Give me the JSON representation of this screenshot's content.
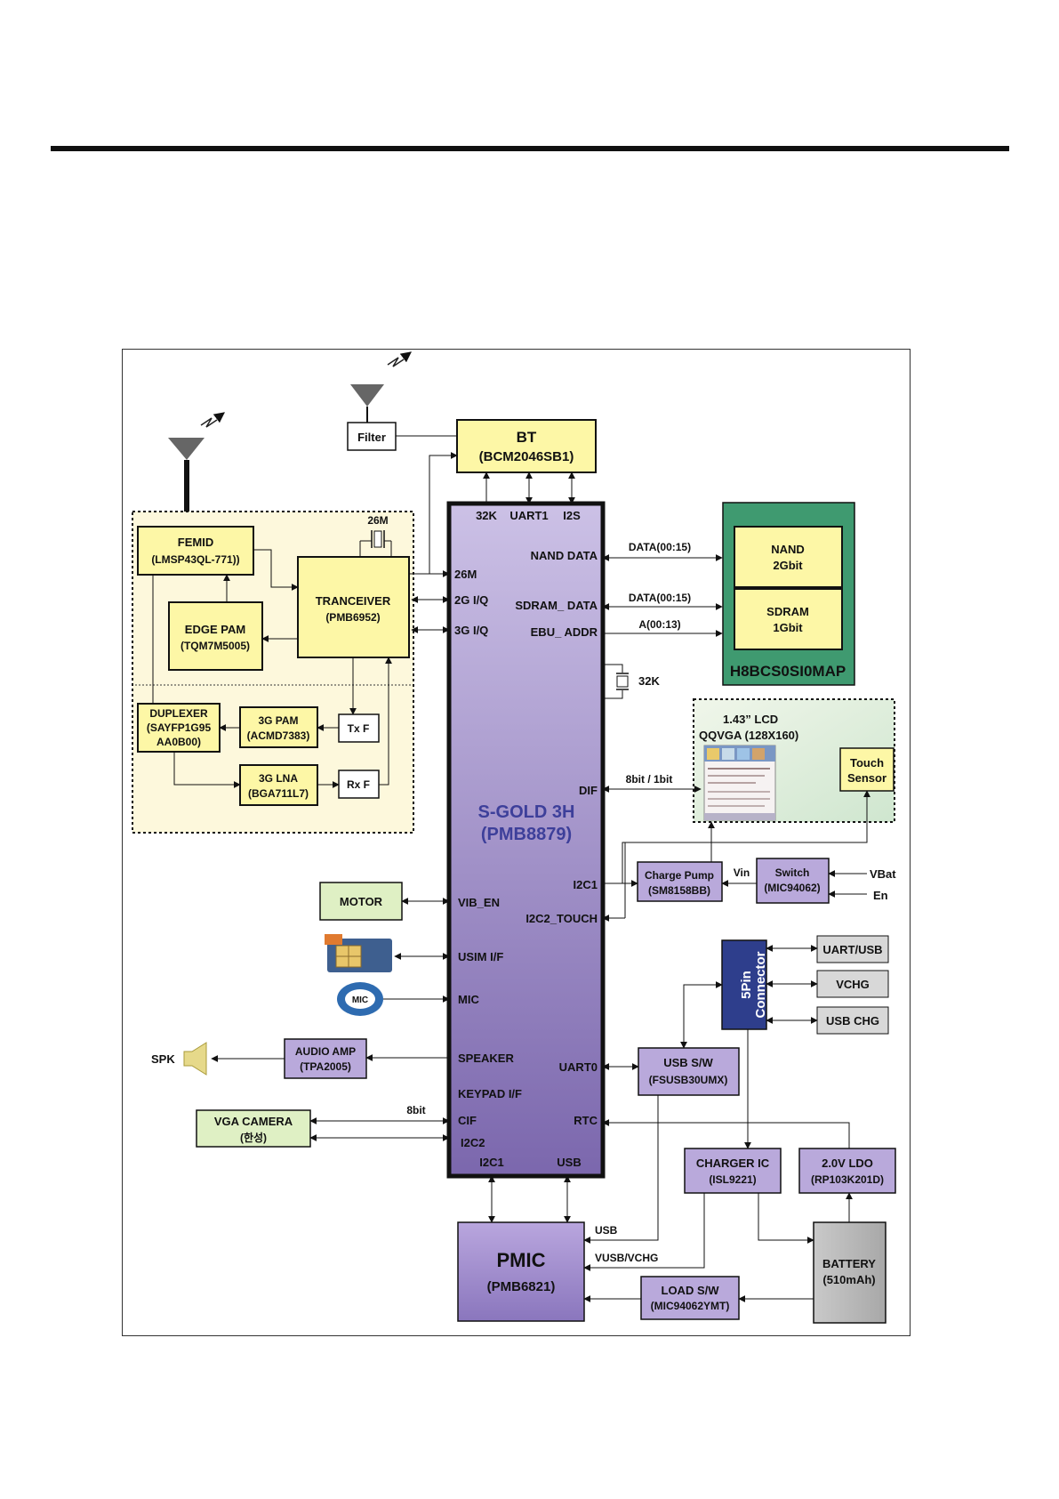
{
  "antennas": {
    "bt": {
      "filter": "Filter"
    },
    "main": {}
  },
  "rf": {
    "femid": {
      "name": "FEMID",
      "part": "(LMSP43QL-771))"
    },
    "tranceiver": {
      "name": "TRANCEIVER",
      "part": "(PMB6952)"
    },
    "edge_pam": {
      "name": "EDGE PAM",
      "part": "(TQM7M5005)"
    },
    "crystal_26m": "26M",
    "duplexer": {
      "name": "DUPLEXER",
      "part": "(SAYFP1G95",
      "part2": "AA0B00)"
    },
    "pam_3g": {
      "name": "3G PAM",
      "part": "(ACMD7383)"
    },
    "lna_3g": {
      "name": "3G LNA",
      "part": "(BGA711L7)"
    },
    "txf": "Tx F",
    "rxf": "Rx F"
  },
  "bt": {
    "name": "BT",
    "part": "(BCM2046SB1)"
  },
  "soc": {
    "name": "S-GOLD 3H",
    "part": "(PMB8879)",
    "pins": {
      "k32": "32K",
      "uart1": "UART1",
      "i2s": "I2S",
      "nand_data": "NAND DATA",
      "m26": "26M",
      "sdram_data": "SDRAM_ DATA",
      "iq2g": "2G I/Q",
      "iq3g": "3G I/Q",
      "ebu_addr": "EBU_ ADDR",
      "dif": "DIF",
      "i2c1": "I2C1",
      "vib_en": "VIB_EN",
      "i2c2_touch": "I2C2_TOUCH",
      "usim": "USIM I/F",
      "mic": "MIC",
      "speaker": "SPEAKER",
      "uart0": "UART0",
      "keypad": "KEYPAD I/F",
      "cif": "CIF",
      "rtc": "RTC",
      "i2c2": "I2C2",
      "i2c1_bottom": "I2C1",
      "usb": "USB"
    }
  },
  "memory": {
    "package": "H8BCS0SI0MAP",
    "nand": {
      "name": "NAND",
      "size": "2Gbit"
    },
    "sdram": {
      "name": "SDRAM",
      "size": "1Gbit"
    },
    "bus_nand": "DATA(00:15)",
    "bus_sdram": "DATA(00:15)",
    "bus_addr": "A(00:13)"
  },
  "crystal_32k": "32K",
  "display": {
    "lcd_line1": "1.43” LCD",
    "lcd_line2": "QQVGA (128X160)",
    "touch_line1": "Touch",
    "touch_line2": "Sensor",
    "bus": "8bit / 1bit"
  },
  "charge_pump": {
    "name": "Charge Pump",
    "part": "(SM8158BB)",
    "vin": "Vin"
  },
  "switch": {
    "name": "Switch",
    "part": "(MIC94062)",
    "vbat": "VBat",
    "en": "En"
  },
  "motor": "MOTOR",
  "mic_icon": "MIC",
  "audio_amp": {
    "name": "AUDIO AMP",
    "part": "(TPA2005)",
    "spk": "SPK"
  },
  "camera": {
    "name": "VGA CAMERA",
    "part": "(한성)",
    "bus": "8bit"
  },
  "connector": {
    "name": "5Pin",
    "name2": "Connector"
  },
  "conn_ports": {
    "uart_usb": "UART/USB",
    "vchg": "VCHG",
    "usb_chg": "USB CHG"
  },
  "usb_sw": {
    "name": "USB S/W",
    "part": "(FSUSB30UMX)"
  },
  "charger_ic": {
    "name": "CHARGER IC",
    "part": "(ISL9221)"
  },
  "ldo": {
    "name": "2.0V LDO",
    "part": "(RP103K201D)"
  },
  "battery": {
    "name": "BATTERY",
    "capacity": "(510mAh)"
  },
  "pmic": {
    "name": "PMIC",
    "part": "(PMB6821)",
    "usb": "USB",
    "vusb": "VUSB/VCHG"
  },
  "load_sw": {
    "name": "LOAD S/W",
    "part": "(MIC94062YMT)"
  },
  "colors": {
    "yellow_box": "#fdf7a6",
    "rf_area": "#fdf8dc",
    "soc_top": "#c9bde4",
    "soc_bottom": "#7d6aae",
    "soc_text": "#3d3f9a",
    "purple_box": "#b9a9db",
    "green_pkg": "#3f9a70",
    "green_box": "#dff0c4",
    "gray_box": "#d8d8d8",
    "connector": "#2e3e8c"
  }
}
